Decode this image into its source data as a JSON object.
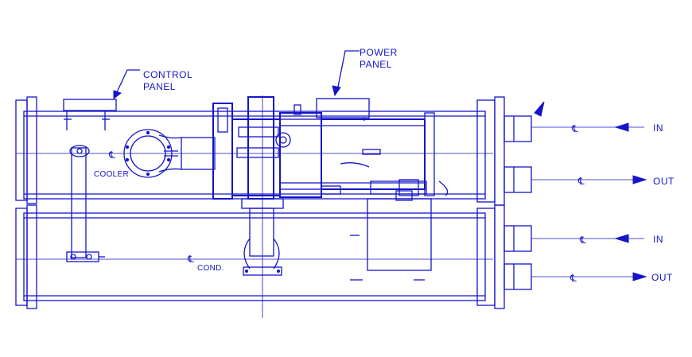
{
  "labels": {
    "control_panel_line1": "CONTROL",
    "control_panel_line2": "PANEL",
    "power_panel_line1": "POWER",
    "power_panel_line2": "PANEL",
    "cooler": "COOLER",
    "cond": "COND.",
    "in_top": "IN",
    "out_top": "OUT",
    "in_bottom": "IN",
    "out_bottom": "OUT",
    "centerline_symbol": "℄"
  },
  "colors": {
    "line": "#1414c8",
    "background": "#ffffff"
  }
}
